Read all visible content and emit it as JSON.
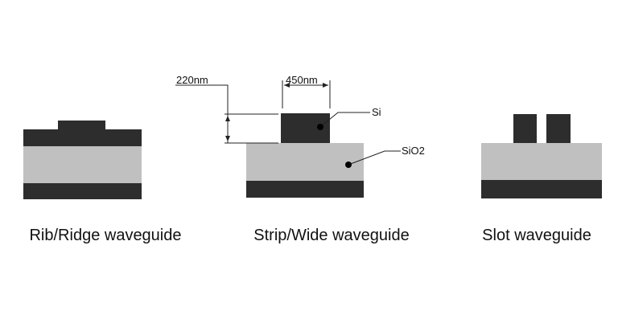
{
  "colors": {
    "silicon": "#2d2d2d",
    "oxide": "#c0c0c0",
    "line": "#222222"
  },
  "captions": {
    "rib": "Rib/Ridge waveguide",
    "strip": "Strip/Wide waveguide",
    "slot": "Slot waveguide"
  },
  "annotations": {
    "height": "220nm",
    "width": "450nm",
    "si": "Si",
    "sio2": "SiO2"
  }
}
